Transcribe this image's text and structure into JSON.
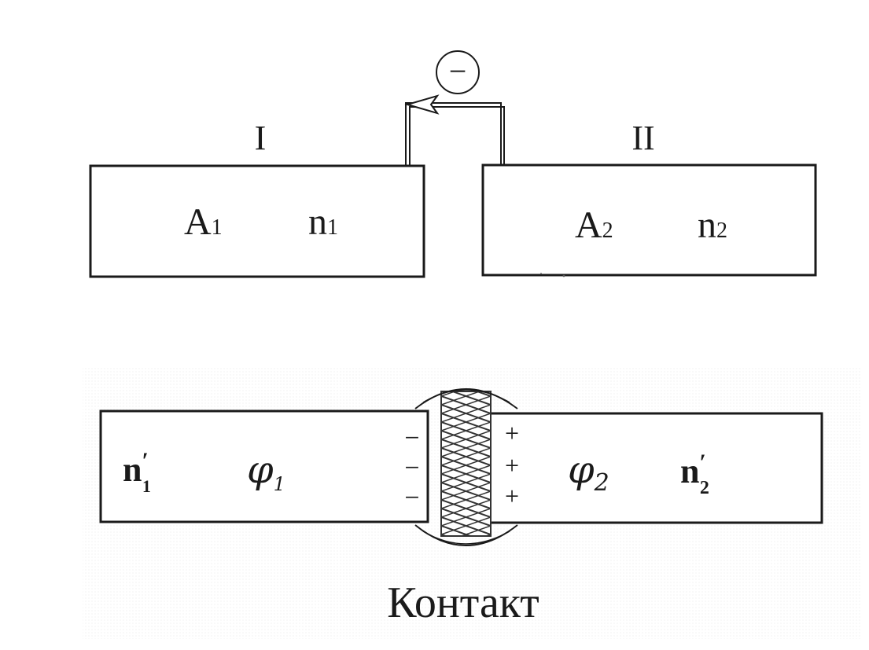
{
  "top": {
    "charge_symbol": "−",
    "metal_1": {
      "label": "I",
      "work_function": {
        "base": "A",
        "sub": "1"
      },
      "concentration": {
        "base": "n",
        "sub": "1"
      }
    },
    "metal_2": {
      "label": "II",
      "work_function": {
        "base": "A",
        "sub": "2"
      },
      "concentration": {
        "base": "n",
        "sub": "2"
      }
    }
  },
  "bottom": {
    "left": {
      "concentration": {
        "base": "n",
        "prime": "′",
        "sub": "1"
      },
      "potential": {
        "base": "φ",
        "sub": "1"
      }
    },
    "right": {
      "concentration": {
        "base": "n",
        "prime": "′",
        "sub": "2"
      },
      "potential": {
        "base": "φ",
        "sub": "2"
      }
    },
    "left_charges": [
      "−",
      "−",
      "−"
    ],
    "right_charges": [
      "+",
      "+",
      "+"
    ],
    "contact_label": "Контакт"
  },
  "colors": {
    "ink": "#1a1a1a",
    "background": "#ffffff",
    "hatch": "#333333"
  }
}
